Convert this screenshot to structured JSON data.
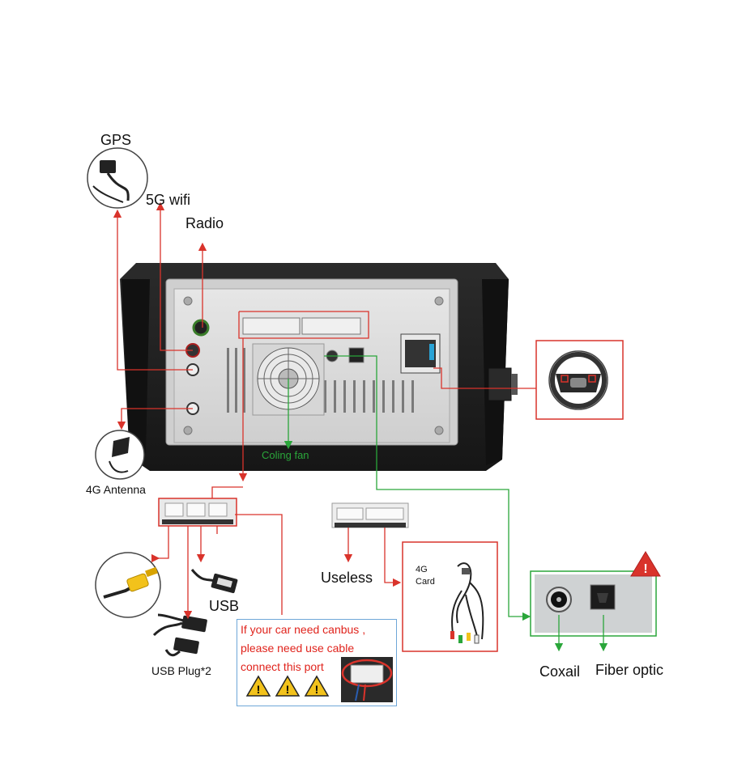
{
  "labels": {
    "gps": "GPS",
    "wifi": "5G  wifi",
    "radio": "Radio",
    "antenna_4g": "4G Antenna",
    "cooling_fan": "Coling fan",
    "usb": "USB",
    "usb_plug": "USB Plug*2",
    "useless": "Useless",
    "card_4g_line1": "4G",
    "card_4g_line2": "Card",
    "coaxial": "Coxail",
    "fiber_optic": "Fiber optic"
  },
  "canbus_note": {
    "line1": "If your car need canbus ,",
    "line2": "please need use cable",
    "line3": "connect this port"
  },
  "colors": {
    "connector_line": "#d9332b",
    "fan_line": "#2aa63a",
    "note_text": "#e0231c",
    "note_border": "#6ea7d8",
    "warning_yellow": "#f2c21b"
  }
}
